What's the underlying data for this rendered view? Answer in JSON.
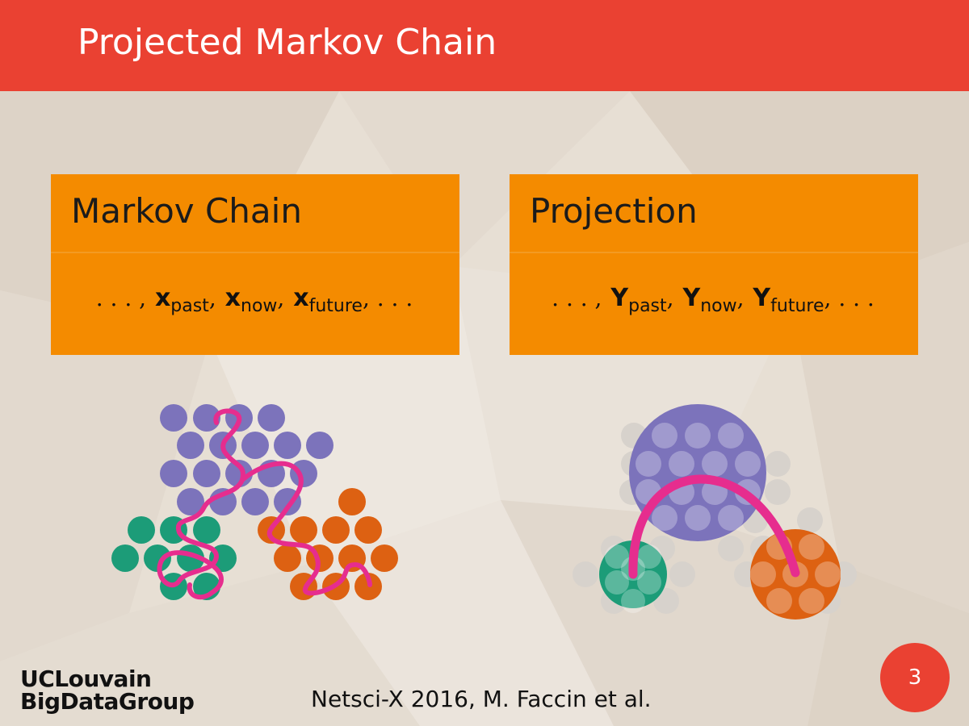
{
  "slide": {
    "title": "Projected Markov Chain",
    "page_number": "3"
  },
  "blocks": {
    "markov": {
      "title": "Markov Chain",
      "variable": "x",
      "subscripts": [
        "past",
        "now",
        "future"
      ]
    },
    "projection": {
      "title": "Projection",
      "variable": "Y",
      "subscripts": [
        "past",
        "now",
        "future"
      ]
    }
  },
  "footer": {
    "logo_line1": "UCLouvain",
    "logo_line2": "BigDataGroup",
    "citation": "Netsci-X 2016, M. Faccin et al."
  },
  "colors": {
    "header": "#ea4132",
    "block": "#f48b00",
    "cluster_purple": "#7c73bb",
    "cluster_green": "#1c9c78",
    "cluster_orange": "#dd6112",
    "path": "#e62d8e",
    "ghost_node": "#d7d2cc"
  }
}
